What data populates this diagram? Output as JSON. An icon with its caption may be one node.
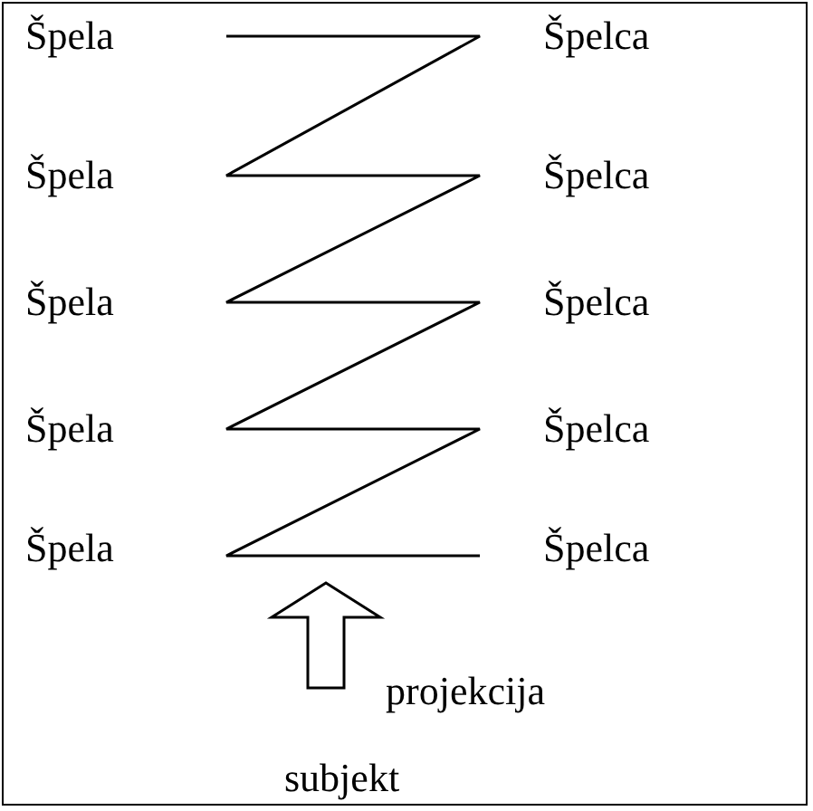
{
  "diagram": {
    "labels": [
      "Špela",
      "Špelca",
      "Špela",
      "Špelca",
      "Špela",
      "Špelca",
      "Špela",
      "Špelca",
      "Špela",
      "Špelca",
      "projekcija",
      "subjekt"
    ]
  }
}
